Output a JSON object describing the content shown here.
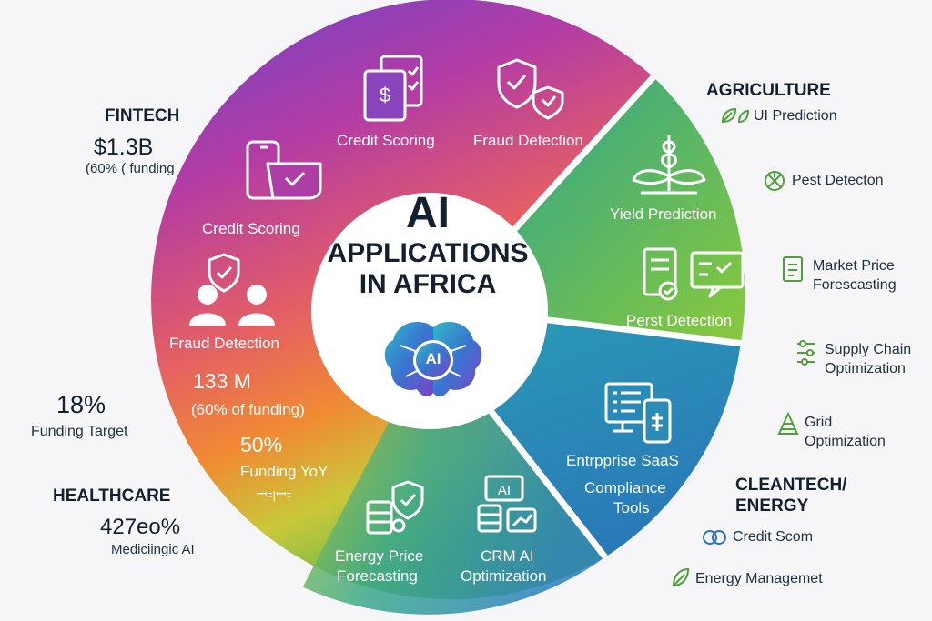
{
  "center": {
    "title_line1": "AI",
    "title_line2": "APPLICATIONS",
    "title_line3": "IN AFRICA",
    "brain_label": "AI"
  },
  "fintech": {
    "heading": "FINTECH",
    "amount": "$1.3B",
    "share": "(60% ( funding",
    "labels": {
      "credit_top": "Credit Scoring",
      "fraud_top": "Fraud Detection",
      "credit_left": "Credit Scoring",
      "fraud_left": "Fraud Detection",
      "amount_inner": "133 M",
      "share_inner": "(60% of funding)",
      "growth": "50%",
      "growth_label": "Funding YoY",
      "growth_glyphs": "ꟷ꞊ꞁꟷ꞊"
    }
  },
  "left_stats": {
    "target_value": "18%",
    "target_label": "Funding Target"
  },
  "healthcare": {
    "heading": "HEALTHCARE",
    "value": "427eo%",
    "label": "Mediciingic AI"
  },
  "agriculture": {
    "heading": "AGRICULTURE",
    "inner": [
      "Yield Prediction",
      "Perst Detection"
    ],
    "outer": [
      {
        "text": "UI Prediction",
        "icon": "leaf-prediction-icon"
      },
      {
        "text": "Pest Detecton",
        "icon": "pest-icon"
      },
      {
        "text": "Market Price Forescasting",
        "line1": "Market Price",
        "line2": "Forescasting",
        "icon": "market-doc-icon"
      },
      {
        "text": "Supply Chain Optimization",
        "line1": "Supply Chain",
        "line2": "Optimization",
        "icon": "supply-chain-icon"
      },
      {
        "text": "Grid Optimization",
        "line1": "Grid",
        "line2": "Optimization",
        "icon": "grid-icon"
      }
    ]
  },
  "enterprise": {
    "inner_line1": "Entrpprise SaaS",
    "inner_line2": "Compliance",
    "inner_line3": "Tools"
  },
  "energy": {
    "heading_line1": "CLEANTECH/",
    "heading_line2": "ENERGY",
    "bottom_labels": [
      {
        "line1": "Energy Price",
        "line2": "Forecasting"
      },
      {
        "line1": "CRM AI",
        "line2": "Optimization"
      }
    ],
    "outer": [
      {
        "text": "Credit Scom",
        "icon": "credit-score-icon"
      },
      {
        "text": "Energy Managemet",
        "icon": "energy-icon"
      }
    ]
  },
  "colors": {
    "purple": "#7b3fc2",
    "magenta": "#c83a8e",
    "orange": "#ef7e35",
    "yellow": "#d9c23a",
    "green": "#79c043",
    "teal": "#2a8fb8",
    "blue": "#2a6fc4",
    "text_dark": "#15202e",
    "icon_green": "#4e9e3a",
    "icon_teal": "#1f7c8c"
  }
}
